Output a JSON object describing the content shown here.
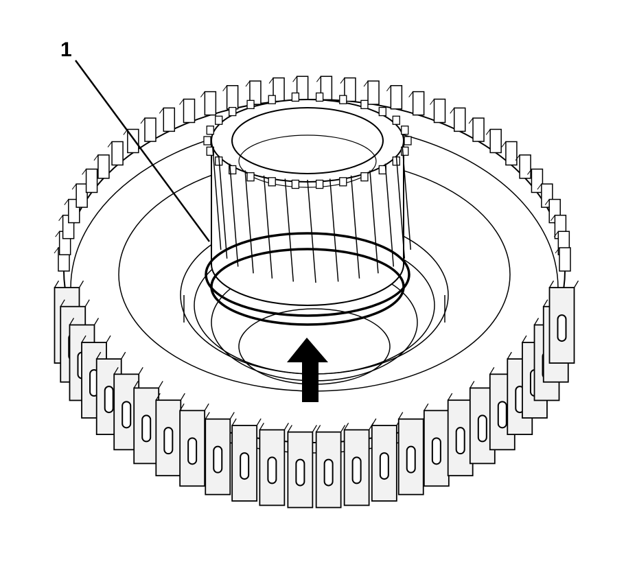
{
  "figure": {
    "callouts": [
      {
        "label": "1",
        "target": "snap-ring"
      }
    ],
    "arrow_direction": "up",
    "colors": {
      "line": "#000000",
      "background": "#ffffff",
      "tooth_face": "#f2f2f2"
    }
  }
}
